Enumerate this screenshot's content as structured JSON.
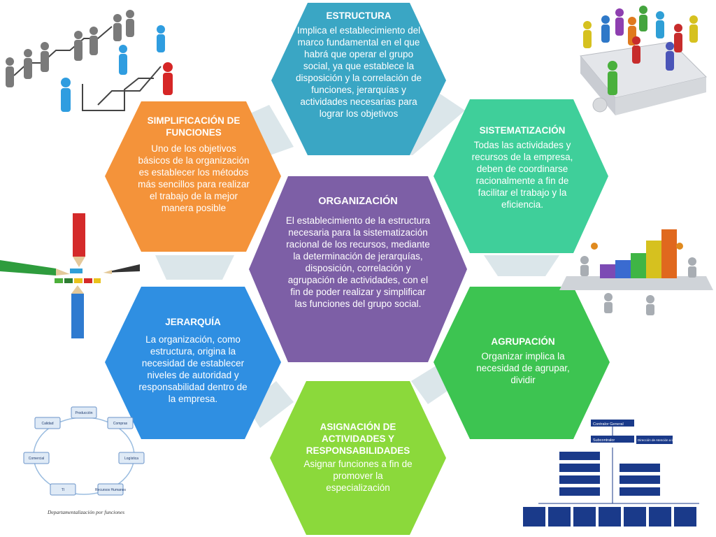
{
  "colors": {
    "estructura": "#3aa6c4",
    "sistematizacion": "#3fcf9a",
    "agrupacion": "#3dc451",
    "asignacion": "#8bd93b",
    "jerarquia": "#2f8fe2",
    "simplificacion": "#f4933a",
    "organizacion": "#7d5fa6",
    "connector": "#dbe6ea"
  },
  "hexagons": {
    "estructura": {
      "title": "ESTRUCTURA",
      "body": "Implica el establecimiento del marco fundamental en el que habrá que operar el grupo social, ya que establece la disposición y la correlación de funciones, jerarquías y actividades necesarias para lograr los objetivos"
    },
    "sistematizacion": {
      "title": "SISTEMATIZACIÓN",
      "body": "Todas las actividades y recursos  de la empresa, deben de coordinarse racionalmente a fin de facilitar el trabajo y la eficiencia."
    },
    "agrupacion": {
      "title": "AGRUPACIÓN",
      "body": "Organizar implica la necesidad de agrupar, dividir"
    },
    "asignacion": {
      "title": "ASIGNACIÓN DE ACTIVIDADES Y RESPONSABILIDADES",
      "body": "Asignar funciones a fin de promover la especialización"
    },
    "jerarquia": {
      "title": "JERARQUÍA",
      "body": "La organización, como estructura, origina la necesidad de establecer niveles de autoridad y responsabilidad dentro de la empresa."
    },
    "simplificacion": {
      "title": "SIMPLIFICACIÓN DE FUNCIONES",
      "body": "Uno de los objetivos básicos de la organización es establecer los métodos más sencillos para realizar el trabajo de la mejor manera posible"
    },
    "organizacion": {
      "title": "ORGANIZACIÓN",
      "body": "El establecimiento de la estructura necesaria para la sistematización racional de los recursos, mediante la determinación de jerarquías, disposición, correlación y agrupación de actividades, con el fin de poder realizar y simplificar las funciones del grupo social."
    }
  },
  "cycle_diagram": {
    "caption": "Departamentalización por funciones",
    "nodes": [
      "Producción",
      "Compras",
      "Logística",
      "Recursos Humanos",
      "TI",
      "Comercial",
      "Calidad"
    ]
  },
  "org_chart": {
    "top": "Contralor General",
    "second": "Subcontralor",
    "side": "Dirección de Atención a la Ciudadanía"
  },
  "icons": {
    "people_hierarchy": "people-hierarchy-illustration",
    "puzzle_people": "puzzle-people-illustration",
    "pencils": "pencils-illustration",
    "meeting": "meeting-chart-illustration"
  }
}
